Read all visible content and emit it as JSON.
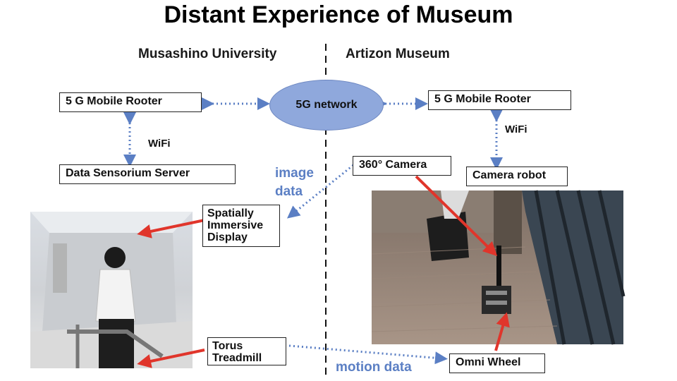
{
  "title": "Distant Experience of Museum",
  "left_site": "Musashino University",
  "right_site": "Artizon Museum",
  "network_label": "5G network",
  "left_router": "5 G Mobile Rooter",
  "right_router": "5 G Mobile Rooter",
  "left_wifi": "WiFi",
  "right_wifi": "WiFi",
  "server": "Data Sensorium Server",
  "camera": "360° Camera",
  "camera_robot": "Camera robot",
  "image_data": "image\ndata",
  "display": "Spatially\nImmersive\nDisplay",
  "treadmill": "Torus\nTreadmill",
  "motion_data": "motion data",
  "omni_wheel": "Omni Wheel",
  "colors": {
    "dotted_arrow": "#5b7fc4",
    "red_arrow": "#e0352b",
    "cloud": "#8fa8dc"
  }
}
